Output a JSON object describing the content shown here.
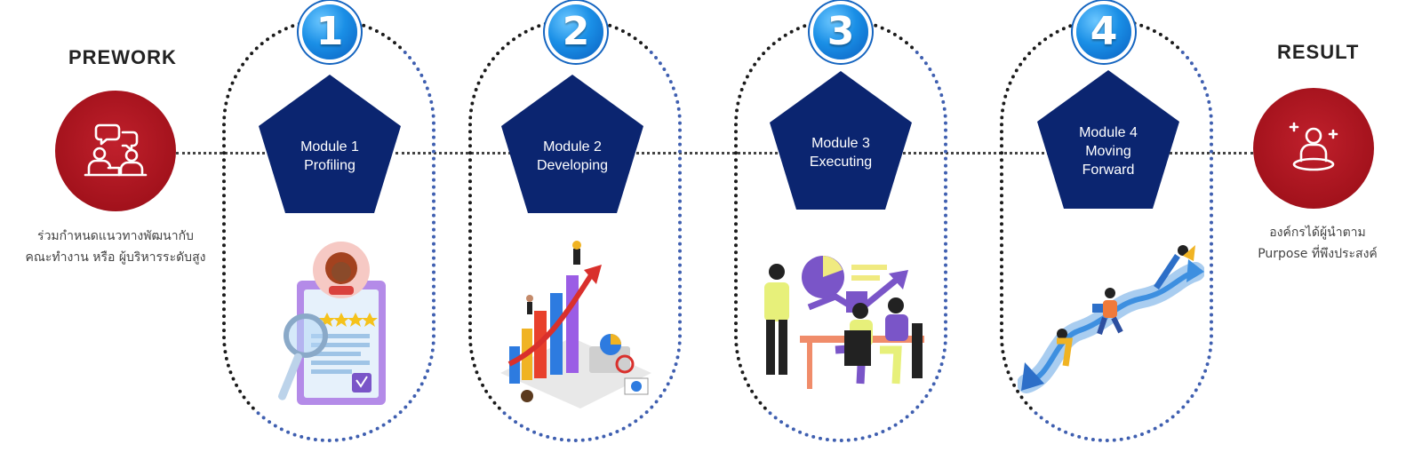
{
  "prework": {
    "title": "PREWORK",
    "desc_line1": "ร่วมกำหนดแนวทางพัฒนากับ",
    "desc_line2": "คณะทำงาน หรือ ผู้บริหารระดับสูง",
    "icon": "team-meeting-icon"
  },
  "result": {
    "title": "RESULT",
    "desc_line1": "องค์กรได้ผู้นำตาม",
    "desc_line2": "Purpose ที่พึงประสงค์",
    "icon": "leader-person-icon"
  },
  "modules": [
    {
      "number": "1",
      "line1": "Module 1",
      "line2": "Profiling",
      "line3": "",
      "illustration": "profile-search-illustration"
    },
    {
      "number": "2",
      "line1": "Module 2",
      "line2": "Developing",
      "line3": "",
      "illustration": "growth-chart-illustration"
    },
    {
      "number": "3",
      "line1": "Module 3",
      "line2": "Executing",
      "line3": "",
      "illustration": "team-working-illustration"
    },
    {
      "number": "4",
      "line1": "Module 4",
      "line2": "Moving",
      "line3": "Forward",
      "illustration": "climbing-arrow-illustration"
    }
  ],
  "colors": {
    "pentagon": "#0b2570",
    "red": "#a3121c",
    "number_blue": "#1a8fe6",
    "capsule_dark": "#1b1b1b",
    "capsule_blue": "#3f5fb0"
  }
}
